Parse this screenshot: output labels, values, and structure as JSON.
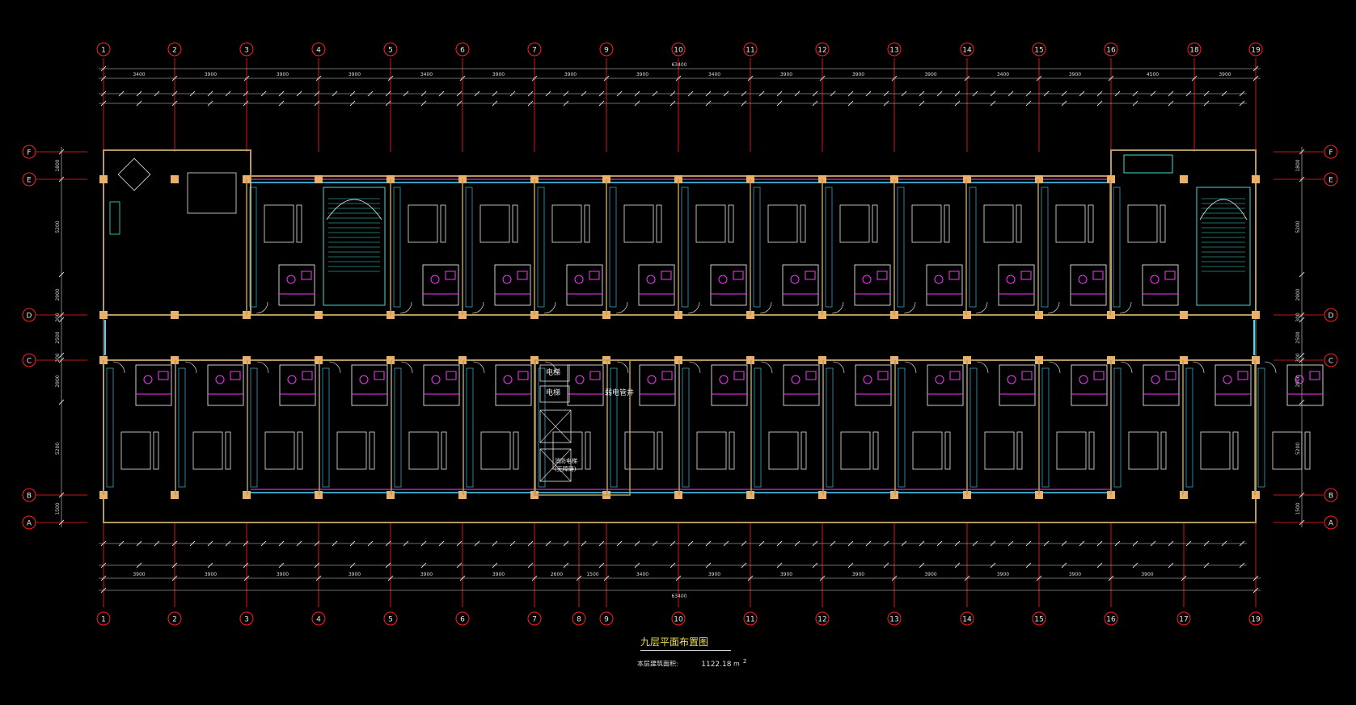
{
  "drawing": {
    "title": "九层平面布置图",
    "area_label": "本层建筑面积:",
    "area_value": "1122.18",
    "area_unit": "m",
    "area_exp": "2"
  },
  "grid_columns_top": [
    "1",
    "2",
    "3",
    "4",
    "5",
    "6",
    "7",
    "9",
    "10",
    "11",
    "12",
    "13",
    "14",
    "15",
    "16",
    "18",
    "19"
  ],
  "grid_columns_bottom": [
    "1",
    "2",
    "3",
    "4",
    "5",
    "6",
    "7",
    "8",
    "9",
    "10",
    "11",
    "12",
    "13",
    "14",
    "15",
    "16",
    "17",
    "19"
  ],
  "grid_rows": [
    "F",
    "E",
    "D",
    "C",
    "B",
    "A"
  ],
  "dims_top_overall": [
    "3400",
    "3900",
    "3900",
    "3900",
    "3400",
    "3900",
    "3900",
    "3900",
    "3400",
    "3900",
    "3900",
    "3900",
    "3400",
    "3900",
    "4500",
    "3900"
  ],
  "dims_top_total": "63400",
  "dims_bottom_overall": [
    "3900",
    "3900",
    "3900",
    "3900",
    "3900",
    "3900",
    "2600",
    "1500",
    "3400",
    "3900",
    "3900",
    "3900",
    "3900",
    "3900",
    "3900",
    "3900"
  ],
  "dims_bottom_total": "63400",
  "dims_left": [
    "1800",
    "5200",
    "2900",
    "300",
    "2500",
    "300",
    "2900",
    "5200",
    "1500"
  ],
  "dims_right": [
    "1800",
    "5200",
    "2900",
    "300",
    "2500",
    "300",
    "2900",
    "5200",
    "1500"
  ],
  "room_labels": {
    "elevator_a": "电梯",
    "elevator_b": "电梯",
    "shaft": "弱电管井",
    "fire_lift": "消防电梯",
    "lift_note": "(无障碍)"
  },
  "colors": {
    "background": "#000000",
    "grid_axis": "#ff2020",
    "dimension": "#d8d8d8",
    "wall": "#b59a60",
    "furniture": "#e8e8e8",
    "window": "#4ad4ff",
    "sanitary": "#ff33ff",
    "stair": "#3fe0d0",
    "column": "#e8b06a",
    "title": "#e8e04a"
  }
}
